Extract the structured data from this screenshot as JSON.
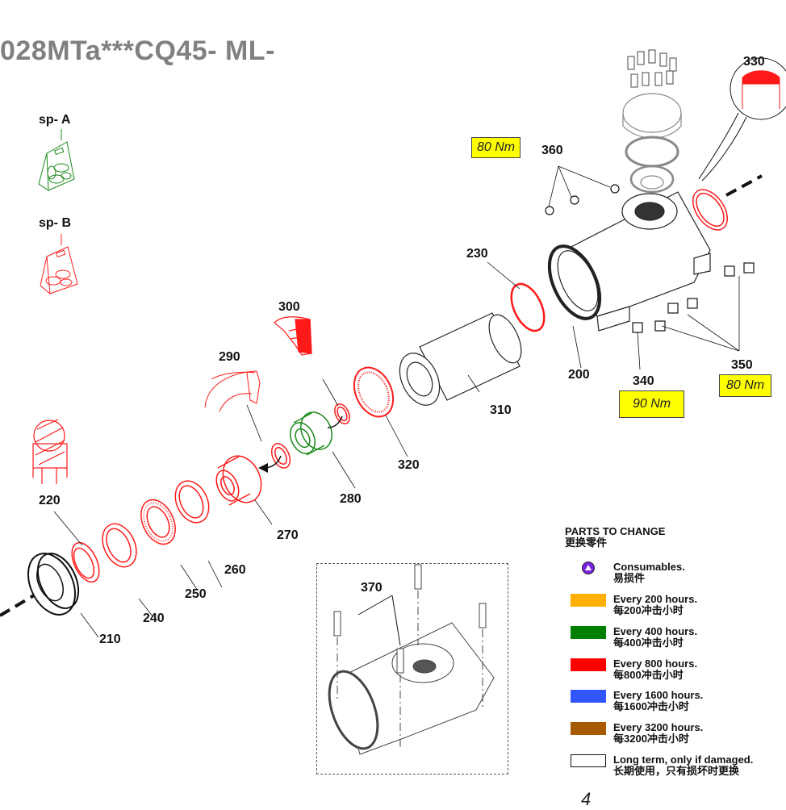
{
  "title": "028MTa***CQ45- ML-",
  "spare_kits": [
    {
      "label": "sp- A",
      "color": "#1a8a1a"
    },
    {
      "label": "sp- B",
      "color": "#ff2020"
    }
  ],
  "part_labels": {
    "p200": "200",
    "p210": "210",
    "p220": "220",
    "p230": "230",
    "p240": "240",
    "p250": "250",
    "p260": "260",
    "p270": "270",
    "p280": "280",
    "p290": "290",
    "p300": "300",
    "p310": "310",
    "p320": "320",
    "p330": "330",
    "p340": "340",
    "p350": "350",
    "p360": "360",
    "p370": "370"
  },
  "torques": {
    "p360": "80 Nm",
    "p340": "90 Nm",
    "p350": "80 Nm"
  },
  "legend": {
    "title": "PARTS TO CHANGE",
    "title_cn": "更换零件",
    "items": [
      {
        "type": "icon",
        "icon": "consumable-triangle-icon",
        "color": "#7a22e0",
        "label": "Consumables.",
        "label_cn": "易损件"
      },
      {
        "type": "swatch",
        "color": "#ffb000",
        "label": "Every 200 hours.",
        "label_cn": "每200冲击小时"
      },
      {
        "type": "swatch",
        "color": "#008000",
        "label": "Every 400 hours.",
        "label_cn": "每400冲击小时"
      },
      {
        "type": "swatch",
        "color": "#ff0000",
        "label": "Every 800 hours.",
        "label_cn": "每800冲击小时"
      },
      {
        "type": "swatch",
        "color": "#3355ff",
        "label": "Every 1600 hours.",
        "label_cn": "每1600冲击小时"
      },
      {
        "type": "swatch",
        "color": "#a85a00",
        "label": "Every 3200 hours.",
        "label_cn": "每3200冲击小时"
      },
      {
        "type": "swatch",
        "color": "#ffffff",
        "label": "Long term, only if damaged.",
        "label_cn": "长期使用，只有损坏时更换"
      }
    ]
  },
  "page_number": "4"
}
